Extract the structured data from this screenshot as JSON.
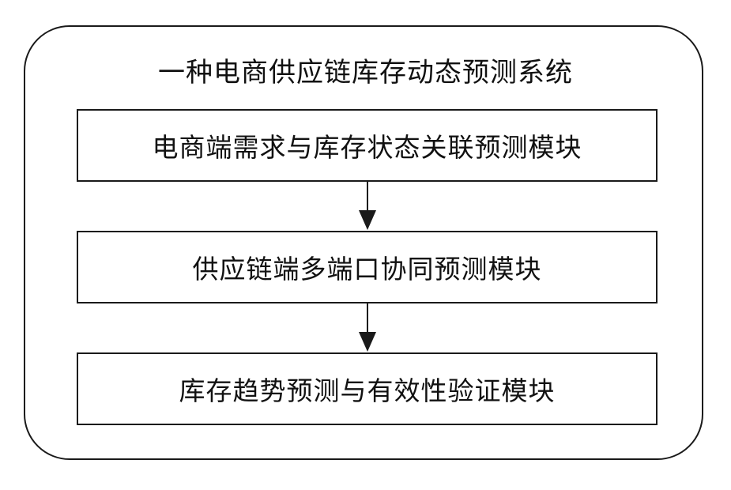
{
  "system_title": "一种电商供应链库存动态预测系统",
  "modules": [
    {
      "label": "电商端需求与库存状态关联预测模块"
    },
    {
      "label": "供应链端多端口协同预测模块"
    },
    {
      "label": "库存趋势预测与有效性验证模块"
    }
  ],
  "colors": {
    "stroke": "#1a1a1a",
    "background": "#ffffff"
  }
}
